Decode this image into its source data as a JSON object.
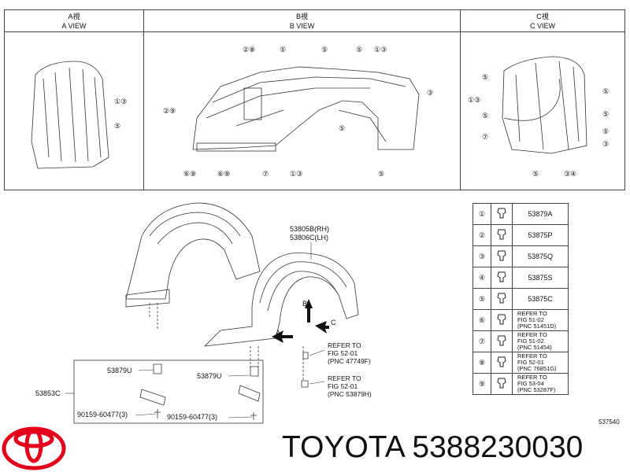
{
  "views": {
    "a": {
      "jp": "A視",
      "en": "A VIEW"
    },
    "b": {
      "jp": "B視",
      "en": "B VIEW"
    },
    "c": {
      "jp": "C視",
      "en": "C VIEW"
    }
  },
  "callouts": {
    "a": [
      "①③",
      "⑤"
    ],
    "b_top": [
      "②⑧",
      "⑤",
      "⑤",
      "⑤",
      "①③"
    ],
    "b_left": [
      "②⑨",
      "③"
    ],
    "b_bottom": [
      "⑥⑨",
      "⑥⑨",
      "⑦",
      "①③",
      "⑤"
    ],
    "b_mid": "⑤",
    "c_left": [
      "⑤",
      "①③",
      "⑤",
      "⑦"
    ],
    "c_right": [
      "⑤",
      "⑤",
      "⑤",
      "③",
      "③④"
    ],
    "c_bottom": "⑤"
  },
  "labels": {
    "part_rh": "53805B(RH)",
    "part_lh": "53806C(LH)",
    "clip_u1": "53879U",
    "clip_u2": "53879U",
    "assy": "53853C",
    "bolt1": "90159-60477(3)",
    "bolt2": "90159-60477(3)",
    "refer1_a": "REFER TO",
    "refer1_b": "FIG 52-01",
    "refer1_c": "(PNC 47749F)",
    "refer2_a": "REFER TO",
    "refer2_b": "FIG 52-01",
    "refer2_c": "(PNC 53879H)",
    "arrow_a": "A",
    "arrow_b": "B",
    "arrow_c": "C",
    "drawing_no": "537540"
  },
  "legend": [
    {
      "num": "①",
      "lines": [
        "53879A"
      ]
    },
    {
      "num": "②",
      "lines": [
        "53875P"
      ]
    },
    {
      "num": "③",
      "lines": [
        "53875Q"
      ]
    },
    {
      "num": "④",
      "lines": [
        "53875S"
      ]
    },
    {
      "num": "⑤",
      "lines": [
        "53875C"
      ]
    },
    {
      "num": "⑥",
      "lines": [
        "REFER TO",
        "FIG 51-02",
        "(PNC 51451D)"
      ]
    },
    {
      "num": "⑦",
      "lines": [
        "REFER TO",
        "FIG 51-02",
        "(PNC 51454)"
      ]
    },
    {
      "num": "⑧",
      "lines": [
        "REFER TO",
        "FIG 52-01",
        "(PNC 76851G)"
      ]
    },
    {
      "num": "⑨",
      "lines": [
        "REFER TO",
        "FIG 53-04",
        "(PNC 53287F)"
      ]
    }
  ],
  "brand": {
    "text": "TOYOTA 5388230030",
    "logo_color": "#e3001b"
  }
}
